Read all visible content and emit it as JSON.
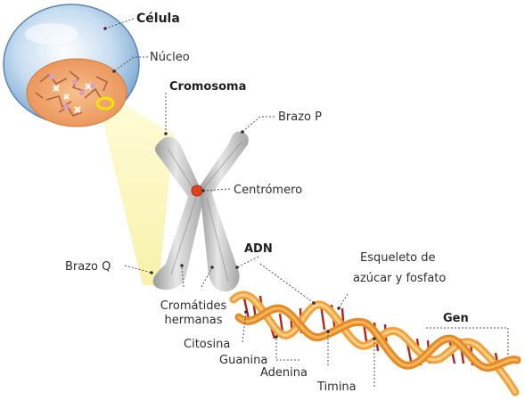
{
  "labels": {
    "celula": "Célula",
    "nucleo": "Núcleo",
    "cromosoma": "Cromosoma",
    "brazo_p": "Brazo P",
    "centromero": "Centrómero",
    "adn": "ADN",
    "esqueleto_l1": "Esqueleto de",
    "esqueleto_l2": "azúcar y fosfato",
    "brazo_q": "Brazo Q",
    "cromatides_l1": "Cromátides",
    "cromatides_l2": "hermanas",
    "gen": "Gen",
    "citosina": "Citosina",
    "guanina": "Guanina",
    "adenina": "Adenina",
    "timina": "Timina"
  },
  "colors": {
    "cell": "#a9cbe8",
    "nucleus": "#f0a36a",
    "chromosome": "#c9c9c9",
    "centromere": "#e0401a",
    "dna_backbone": "#f2a23a",
    "zoom_beam": "#fbf6b0",
    "base_pair": "#b3261e"
  }
}
